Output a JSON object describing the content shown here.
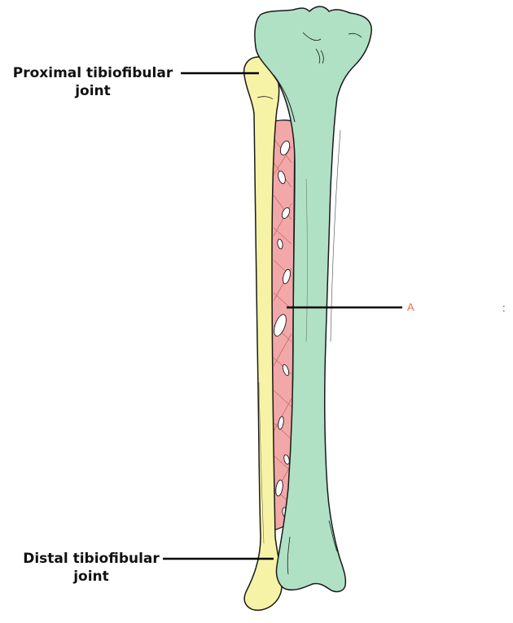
{
  "labels": {
    "proximal": [
      "Proximal tibiofibular",
      "joint"
    ],
    "distal": [
      "Distal tibiofibular",
      "joint"
    ],
    "a": "A",
    "a_suffix": ":"
  },
  "colors": {
    "tibia": "#b0e1c5",
    "fibula": "#f7f3a6",
    "membrane": "#f2a8a8",
    "outline": "#1a1a1a",
    "leader": "#000000",
    "label_a": "#e8704f"
  }
}
